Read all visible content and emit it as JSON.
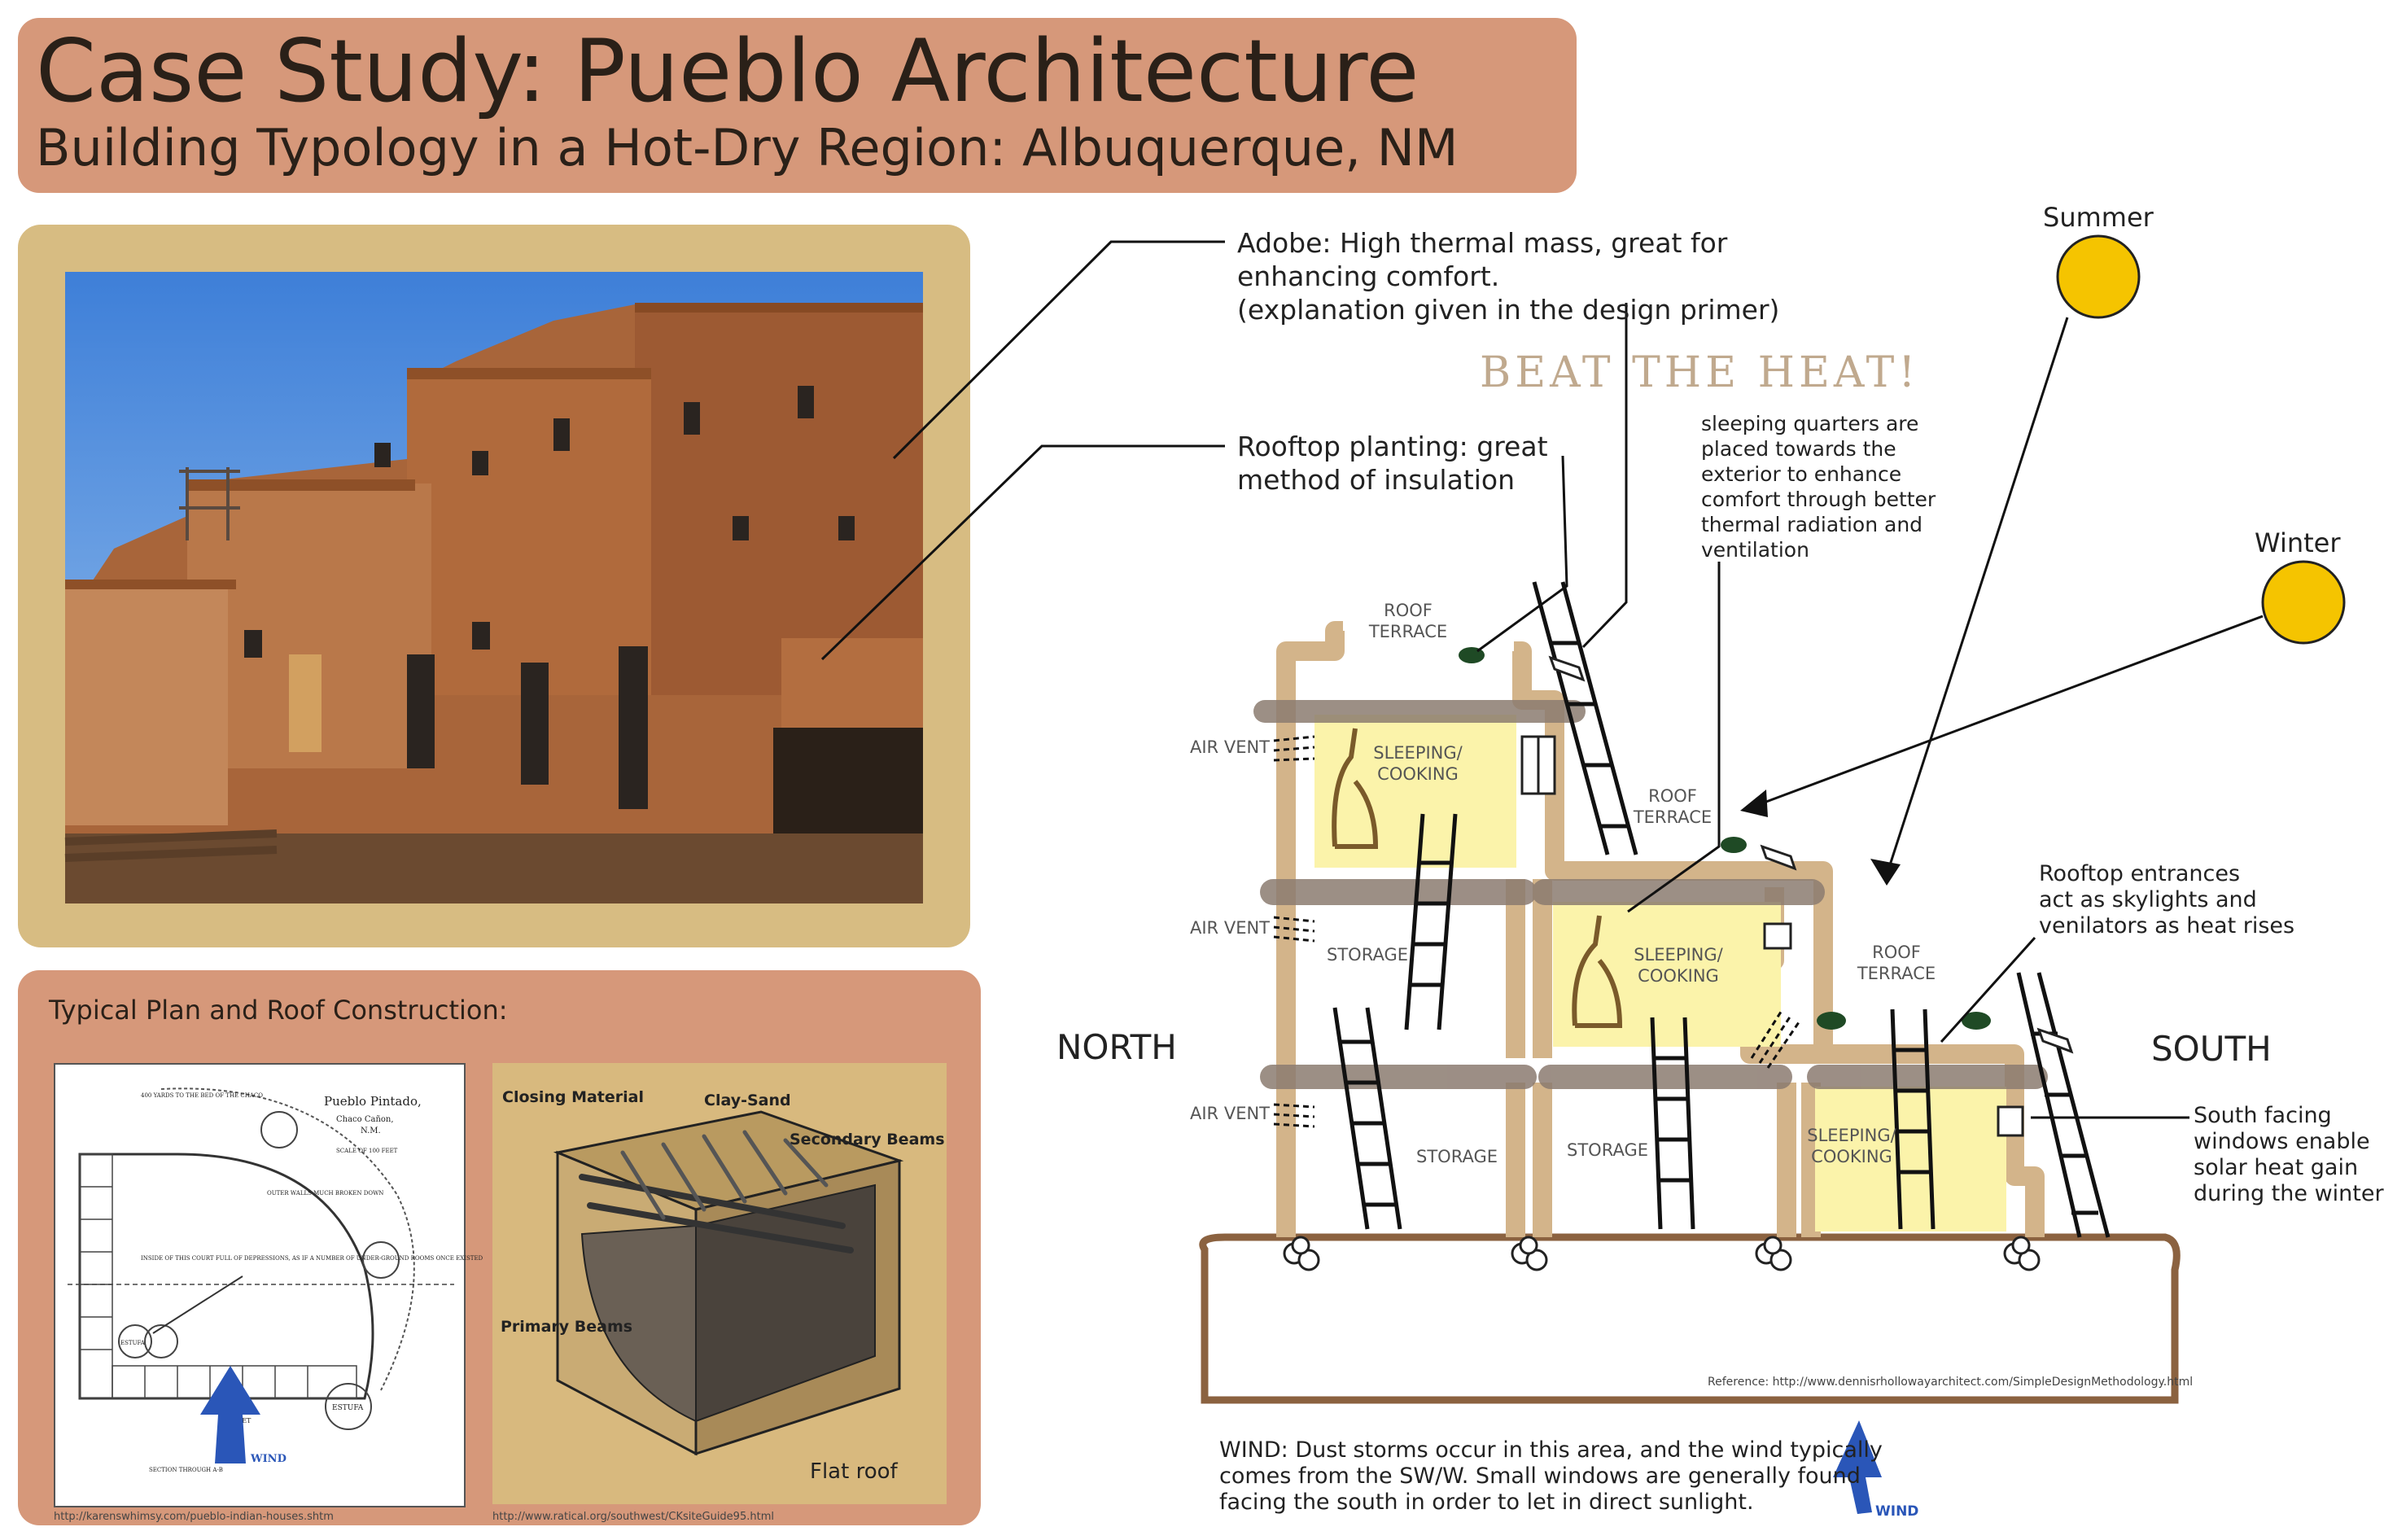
{
  "colors": {
    "title_bg": "#d6987a",
    "photo_frame": "#d7bc82",
    "plan_panel": "#d6987a",
    "adobe_wall": "#d3b48a",
    "room_fill": "#fbf3aa",
    "beam": "#8b7b70",
    "ground": "#8b6240",
    "sun": "#f5c400",
    "wind_arrow": "#2a56b8"
  },
  "header": {
    "title": "Case Study: Pueblo Architecture",
    "subtitle": "Building Typology in a Hot-Dry Region: Albuquerque, NM"
  },
  "plan": {
    "heading": "Typical Plan and Roof Construction:",
    "source_plan": "http://karenswhimsy.com/pueblo-indian-houses.shtm",
    "source_roof": "http://www.ratical.org/southwest/CKsiteGuide95.html",
    "plan_labels": {
      "title": "Pueblo Pintado,",
      "location": "Chaco Cañon,",
      "state": "N.M.",
      "scale": "SCALE OF 100 FEET",
      "distance": "400 YARDS TO THE BED OF THE CHACO",
      "outer_walls": "OUTER WALLS MUCH BROKEN DOWN",
      "court": "INSIDE OF THIS COURT FULL OF DEPRESSIONS, AS IF A NUMBER OF UNDER-GROUND ROOMS ONCE EXISTED",
      "estufa": "ESTUFA",
      "section": "SECTION THROUGH A-B",
      "feet": "174 FEET",
      "wind": "WIND"
    },
    "roof_labels": {
      "closing": "Closing Material",
      "clay": "Clay-Sand",
      "secondary": "Secondary Beams",
      "primary": "Primary Beams",
      "flat": "Flat roof"
    }
  },
  "annotations": {
    "adobe": [
      "Adobe: High thermal mass, great for",
      "enhancing comfort.",
      "(explanation given in the design primer)"
    ],
    "rooftop_planting": [
      "Rooftop planting: great",
      "method of insulation"
    ],
    "beat_the_heat": "BEAT THE HEAT!",
    "sleeping_quarters": [
      "sleeping quarters are",
      "placed towards the",
      "exterior to enhance",
      "comfort through better",
      "thermal radiation and",
      "ventilation"
    ],
    "rooftop_entrances": [
      "Rooftop entrances",
      "act as skylights and",
      "venilators as heat rises"
    ],
    "south_windows": [
      "South facing",
      "windows enable",
      "solar heat gain",
      "during the winter"
    ],
    "wind_note": [
      "WIND: Dust storms occur in this area, and the wind typically",
      "comes from the SW/W. Small windows are generally found",
      "facing the south in order to let in direct sunlight."
    ],
    "wind_label": "WIND",
    "reference": "Reference: http://www.dennisrhollowayarchitect.com/SimpleDesignMethodology.html"
  },
  "section": {
    "north": "NORTH",
    "south": "SOUTH",
    "summer": "Summer",
    "winter": "Winter",
    "air_vent": "AIR VENT",
    "roof_terrace": [
      "ROOF",
      "TERRACE"
    ],
    "sleeping_cooking": [
      "SLEEPING/",
      "COOKING"
    ],
    "storage": "STORAGE"
  }
}
